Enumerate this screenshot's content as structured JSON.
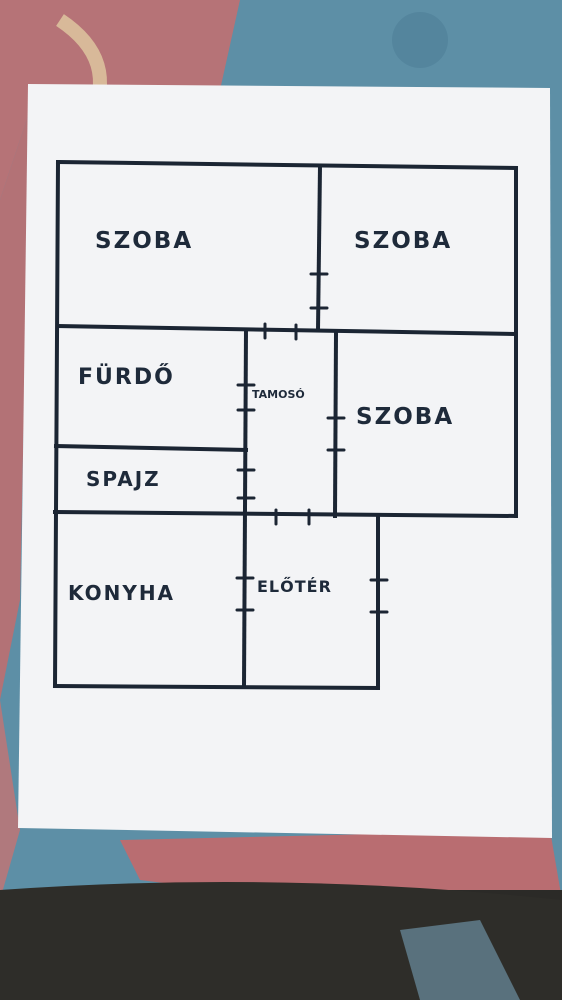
{
  "rooms": {
    "szoba_1": "SZOBA",
    "szoba_2": "SZOBA",
    "szoba_3": "SZOBA",
    "furdo": "FÜRDŐ",
    "spajz": "SPAJZ",
    "tamoso": "TAMOSÓ",
    "konyha": "KONYHA",
    "eloter": "ELŐTÉR"
  },
  "colors": {
    "ink": "#1b2533",
    "paper": "#f4f5f7",
    "cloth_blue": "#5d8fa6",
    "cloth_red": "#c96a6a",
    "table_dark": "#2a2a28"
  }
}
